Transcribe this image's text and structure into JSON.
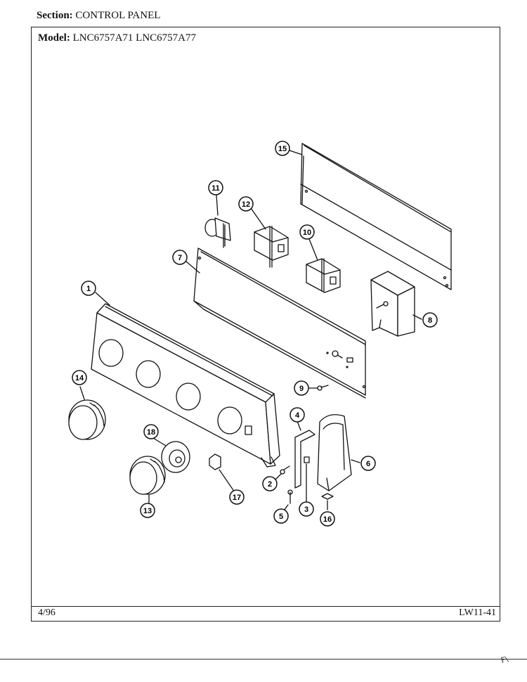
{
  "header": {
    "section_label": "Section:",
    "section_value": "CONTROL PANEL",
    "model_label": "Model:",
    "model_value": "LNC6757A71 LNC6757A77"
  },
  "footer": {
    "date": "4/96",
    "code": "LW11-41"
  },
  "corner_mark": "F\\",
  "callouts": [
    "1",
    "2",
    "3",
    "4",
    "5",
    "6",
    "7",
    "8",
    "9",
    "10",
    "11",
    "12",
    "13",
    "14",
    "15",
    "16",
    "17",
    "18"
  ]
}
